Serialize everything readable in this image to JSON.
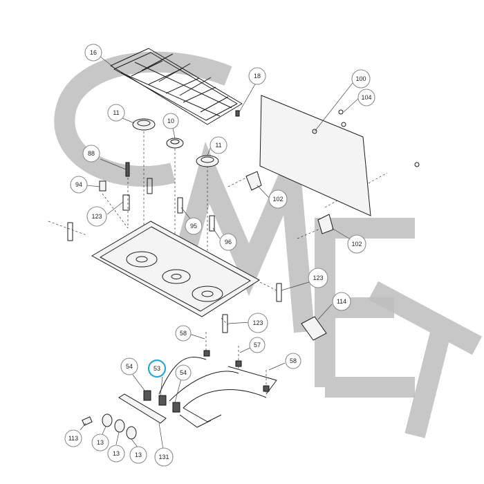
{
  "diagram": {
    "callouts": [
      {
        "id": "c16",
        "label": "16"
      },
      {
        "id": "c18",
        "label": "18"
      },
      {
        "id": "c100",
        "label": "100"
      },
      {
        "id": "c104",
        "label": "104"
      },
      {
        "id": "c11a",
        "label": "11"
      },
      {
        "id": "c10",
        "label": "10"
      },
      {
        "id": "c11b",
        "label": "11"
      },
      {
        "id": "c88",
        "label": "88"
      },
      {
        "id": "c94",
        "label": "94"
      },
      {
        "id": "c123a",
        "label": "123"
      },
      {
        "id": "c102a",
        "label": "102"
      },
      {
        "id": "c95",
        "label": "95"
      },
      {
        "id": "c96",
        "label": "96"
      },
      {
        "id": "c102b",
        "label": "102"
      },
      {
        "id": "c123b",
        "label": "123"
      },
      {
        "id": "c114",
        "label": "114"
      },
      {
        "id": "c123c",
        "label": "123"
      },
      {
        "id": "c58a",
        "label": "58"
      },
      {
        "id": "c57",
        "label": "57"
      },
      {
        "id": "c58b",
        "label": "58"
      },
      {
        "id": "c54a",
        "label": "54"
      },
      {
        "id": "c53",
        "label": "53"
      },
      {
        "id": "c54b",
        "label": "54"
      },
      {
        "id": "c113",
        "label": "113"
      },
      {
        "id": "c13a",
        "label": "13"
      },
      {
        "id": "c13b",
        "label": "13"
      },
      {
        "id": "c13c",
        "label": "13"
      },
      {
        "id": "c131",
        "label": "131"
      }
    ],
    "highlight_color": "#2aa6d6",
    "watermark_color": "#bdbdbd"
  }
}
